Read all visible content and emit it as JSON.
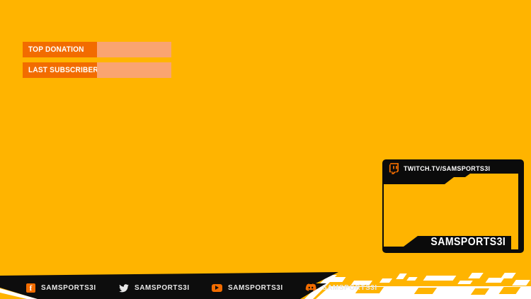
{
  "colors": {
    "background": "#FFB400",
    "accent_orange": "#F26C00",
    "bar_peach": "#FAA471",
    "panel_black": "#0B0B0B",
    "white": "#FFFFFF",
    "footer_text": "#E8E8E8"
  },
  "alerts": {
    "top_donation_label": "TOP DONATION",
    "last_subscriber_label": "LAST SUBSCRIBER"
  },
  "webcam_panel": {
    "twitch_url": "TWITCH.TV/SAMSPORTS3I",
    "username": "SAMSPORTS3I"
  },
  "footer": {
    "socials": [
      {
        "platform": "facebook",
        "handle": "SAMSPORTS3I"
      },
      {
        "platform": "twitter",
        "handle": "SAMSPORTS3I"
      },
      {
        "platform": "youtube",
        "handle": "SAMSPORTS3I"
      },
      {
        "platform": "discord",
        "handle": "SAMSPORTS3I"
      }
    ]
  }
}
